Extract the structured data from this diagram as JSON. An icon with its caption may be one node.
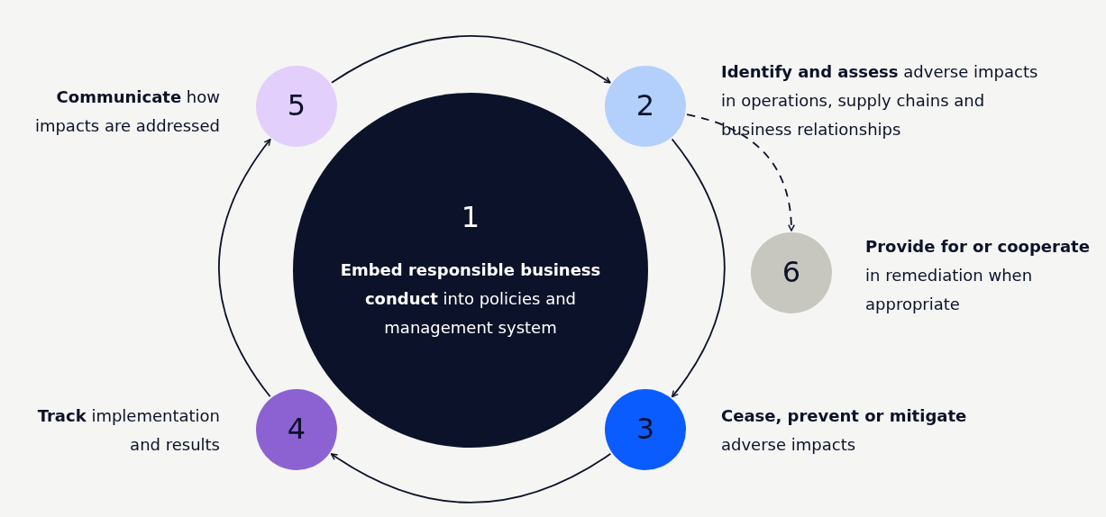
{
  "diagram": {
    "nodes": [
      {
        "text": [
          "1",
          "**Embed responsible business conduct** into policies and management system"
        ]
      },
      {
        "text": [
          "5"
        ],
        "beside": [
          "**Communicate** how impacts are addressed"
        ]
      },
      {
        "text": [
          "2"
        ],
        "beside": [
          "**Identify and assess** adverse impacts in operations, supply chains and business relationships"
        ]
      },
      {
        "text": [
          "6"
        ],
        "beside": [
          "**Provide for or cooperate** in remediation when appropriate"
        ]
      },
      {
        "text": [
          "4"
        ],
        "beside": [
          "**Track** implementation and results"
        ]
      },
      {
        "text": [
          "3"
        ],
        "beside": [
          "**Cease, prevent or mitigate** adverse impacts"
        ]
      }
    ],
    "edges": [
      {
        "from": 1,
        "to": 2,
        "arrow": "to"
      },
      {
        "from": 2,
        "to": 5,
        "arrow": "to"
      },
      {
        "from": 5,
        "to": 4,
        "arrow": "to"
      },
      {
        "from": 4,
        "to": 1,
        "arrow": "to"
      },
      {
        "from": 2,
        "to": 3,
        "arrow": "to",
        "style": "dashed"
      }
    ]
  }
}
